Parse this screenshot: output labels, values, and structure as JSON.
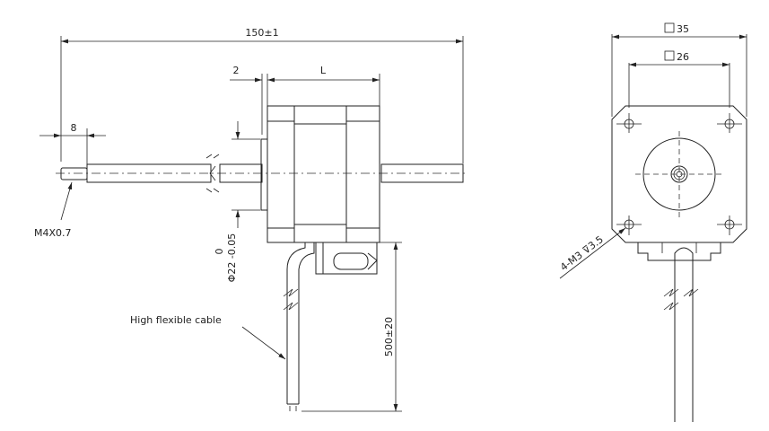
{
  "side_view": {
    "overall_length": "150±1",
    "stub_length": "8",
    "flange_thickness": "2",
    "body_length": "L",
    "boss_diameter_upper_tol": "0",
    "boss_diameter": "Φ22 -0.05",
    "thread_label": "M4X0.7",
    "cable_label": "High flexible cable",
    "cable_length": "500±20"
  },
  "front_view": {
    "outer_square": "35",
    "hole_square": "26",
    "mount_holes": "4-M3 ⊽3.5"
  },
  "colors": {
    "line": "#222222",
    "background": "#ffffff"
  }
}
